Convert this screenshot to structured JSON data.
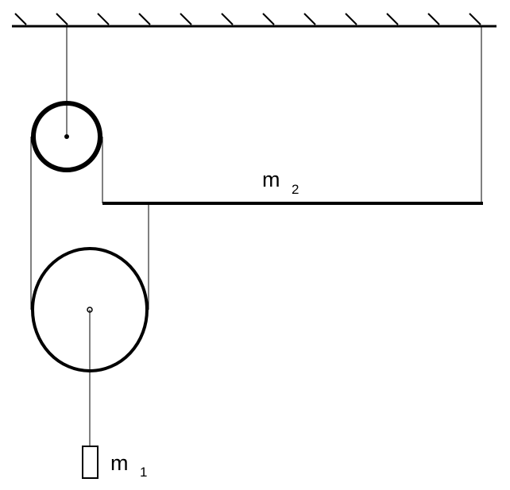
{
  "diagram": {
    "labels": {
      "m2_base": "m",
      "m2_sub": "2",
      "m1_base": "m",
      "m1_sub": "1"
    },
    "colors": {
      "ink": "#000000",
      "background": "#ffffff"
    }
  }
}
